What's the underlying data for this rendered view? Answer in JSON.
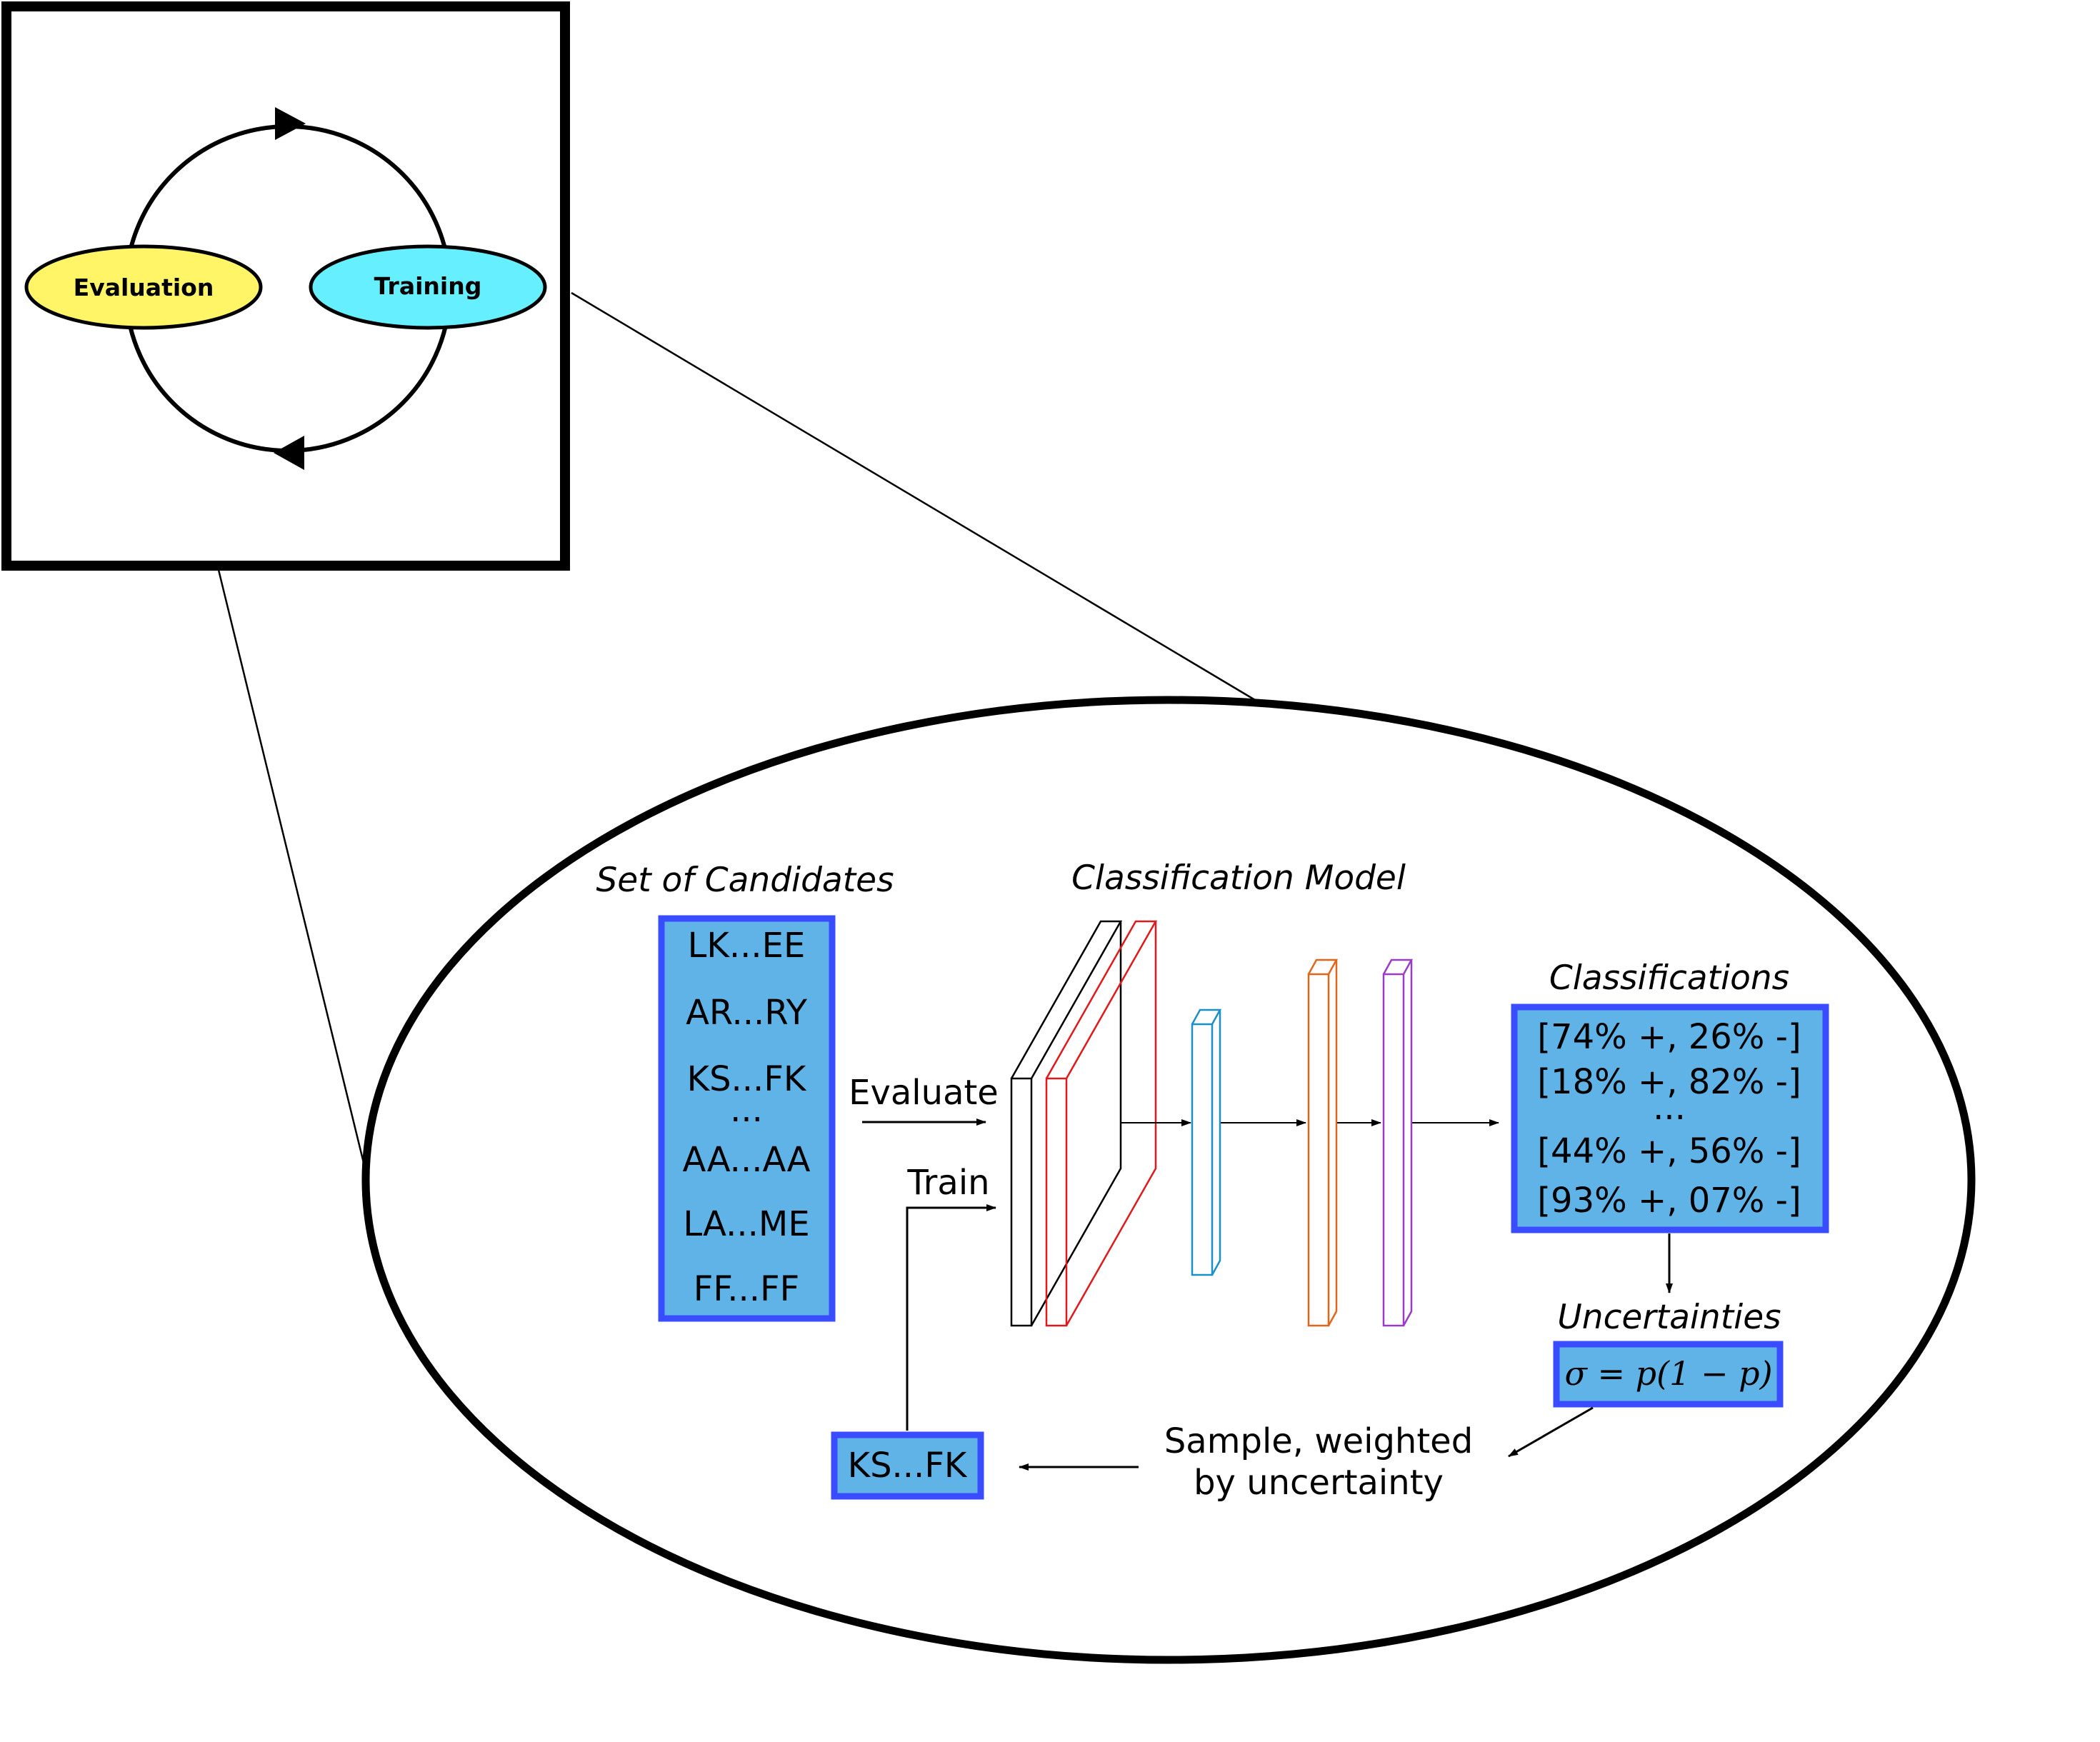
{
  "cycle": {
    "evaluation_label": "Evaluation",
    "training_label": "Training",
    "evaluation_color": "#fff566",
    "training_color": "#66f0ff"
  },
  "candidates": {
    "title": "Set of Candidates",
    "items": [
      "LK...EE",
      "AR...RY",
      "KS...FK",
      "...",
      "AA...AA",
      "LA...ME",
      "FF...FF"
    ]
  },
  "model": {
    "title": "Classification Model",
    "layer_colors": [
      "#000000",
      "#e0191c",
      "#1b8fc9",
      "#e0661c",
      "#9b3cc8"
    ]
  },
  "arrows": {
    "evaluate_label": "Evaluate",
    "train_label": "Train"
  },
  "classifications": {
    "title": "Classifications",
    "items": [
      "[74% +, 26% -]",
      "[18% +, 82% -]",
      "...",
      "[44% +, 56% -]",
      "[93% +, 07% -]"
    ]
  },
  "uncertainties": {
    "title": "Uncertainties",
    "formula": "σ = p(1 − p)"
  },
  "sample": {
    "line1": "Sample, weighted",
    "line2": "by uncertainty"
  },
  "selected": {
    "label": "KS...FK"
  },
  "colors": {
    "box_fill": "#5fb3e6",
    "box_stroke": "#3a4cff"
  }
}
